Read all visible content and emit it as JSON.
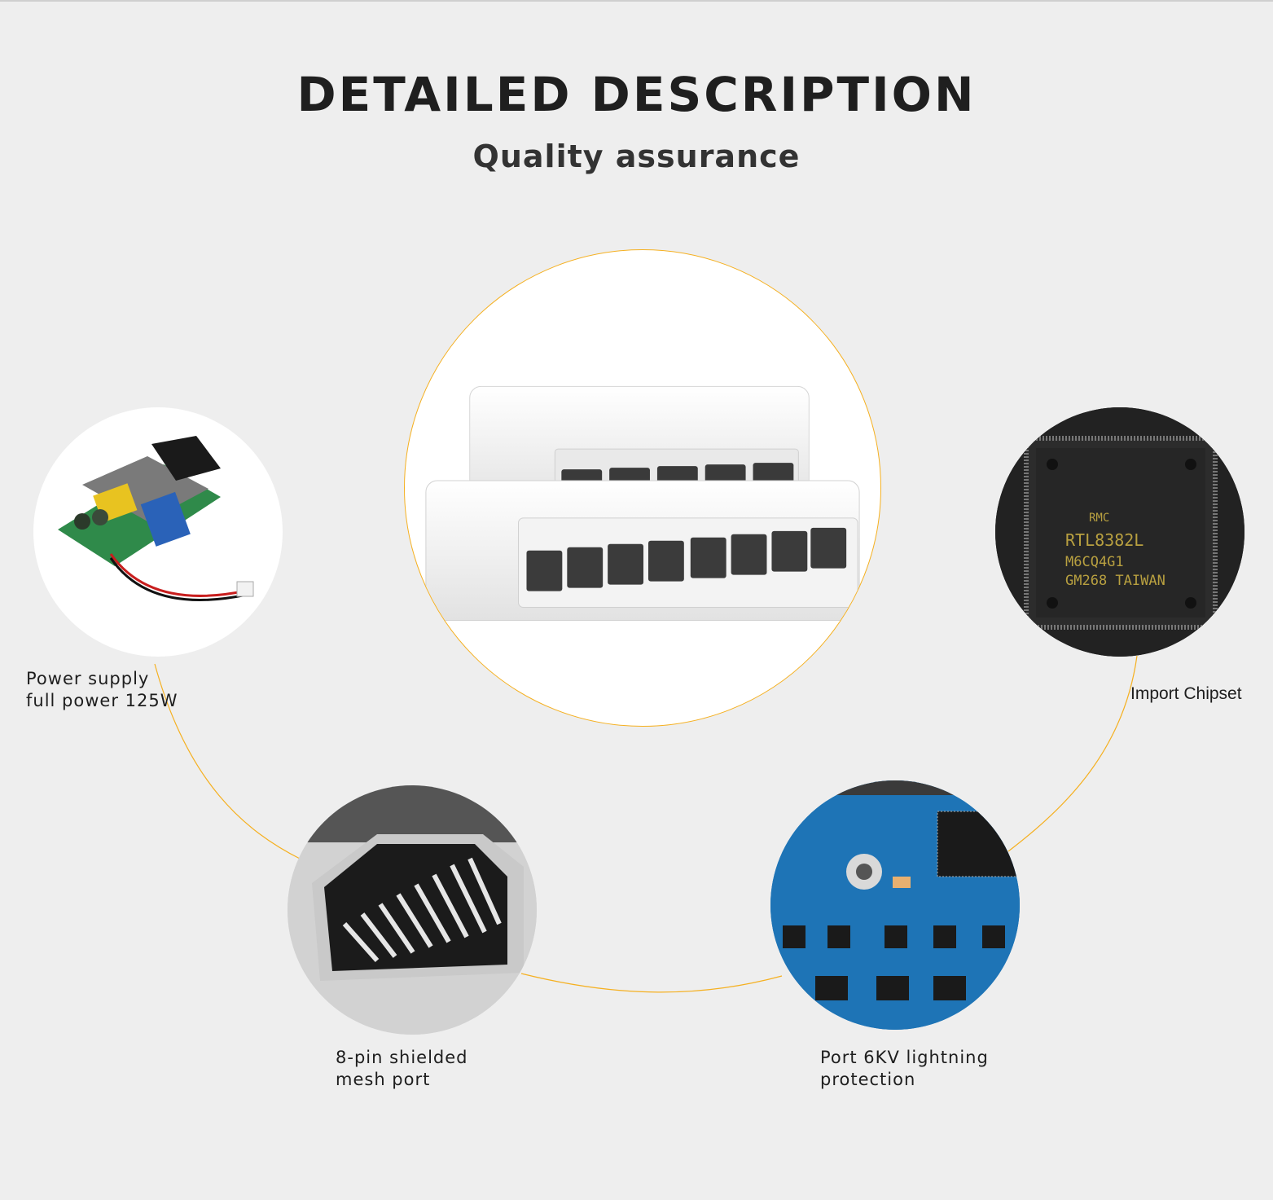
{
  "header": {
    "title": "DETAILED DESCRIPTION",
    "subtitle": "Quality assurance"
  },
  "colors": {
    "accent": "#f5b020",
    "background": "#eeeeee",
    "text": "#1e1e1e"
  },
  "features": [
    {
      "icon": "power-supply-board-icon",
      "lines": [
        "Power supply",
        "full power 125W"
      ]
    },
    {
      "icon": "chipset-icon",
      "lines": [
        "Import Chipset"
      ]
    },
    {
      "icon": "rj45-port-icon",
      "lines": [
        "8-pin shielded",
        "mesh port"
      ]
    },
    {
      "icon": "pcb-protection-icon",
      "lines": [
        "Port 6KV lightning",
        "protection"
      ]
    }
  ],
  "product": {
    "icon": "network-switch-icon"
  },
  "chip_markings": {
    "brand": "RMC",
    "line1": "RTL8382L",
    "line2": "M6CQ4G1",
    "line3": "GM268 TAIWAN"
  }
}
